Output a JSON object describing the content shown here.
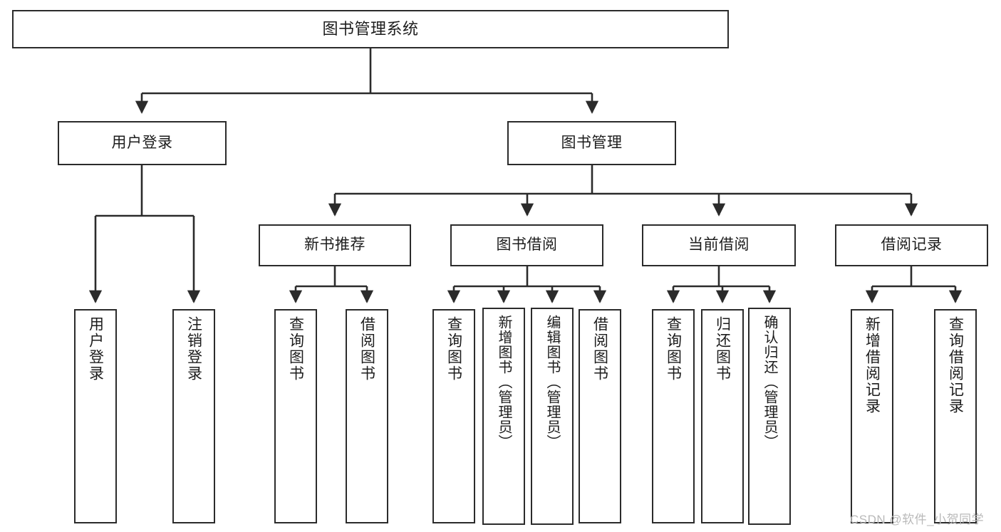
{
  "diagram": {
    "title": "图书管理系统",
    "type": "hierarchy-tree",
    "levels": 4,
    "line_color": "#2b2b2b",
    "box_fill": "#ffffff",
    "text_color": "#1c1c1c"
  },
  "nodes": {
    "root": {
      "label": "图书管理系统"
    },
    "level2": [
      {
        "label": "用户登录"
      },
      {
        "label": "图书管理"
      }
    ],
    "level3": [
      {
        "label": "新书推荐"
      },
      {
        "label": "图书借阅"
      },
      {
        "label": "当前借阅"
      },
      {
        "label": "借阅记录"
      }
    ],
    "leaves": [
      {
        "label": "用户登录"
      },
      {
        "label": "注销登录"
      },
      {
        "label": "查询图书"
      },
      {
        "label": "借阅图书"
      },
      {
        "label": "查询图书"
      },
      {
        "label": "新增图书（管理员）"
      },
      {
        "label": "编辑图书（管理员）"
      },
      {
        "label": "借阅图书"
      },
      {
        "label": "查询图书"
      },
      {
        "label": "归还图书"
      },
      {
        "label": "确认归还（管理员）"
      },
      {
        "label": "新增借阅记录"
      },
      {
        "label": "查询借阅记录"
      }
    ]
  },
  "watermark": {
    "text": "CSDN @软件_小贺同学",
    "color": "#b9b9b9"
  }
}
